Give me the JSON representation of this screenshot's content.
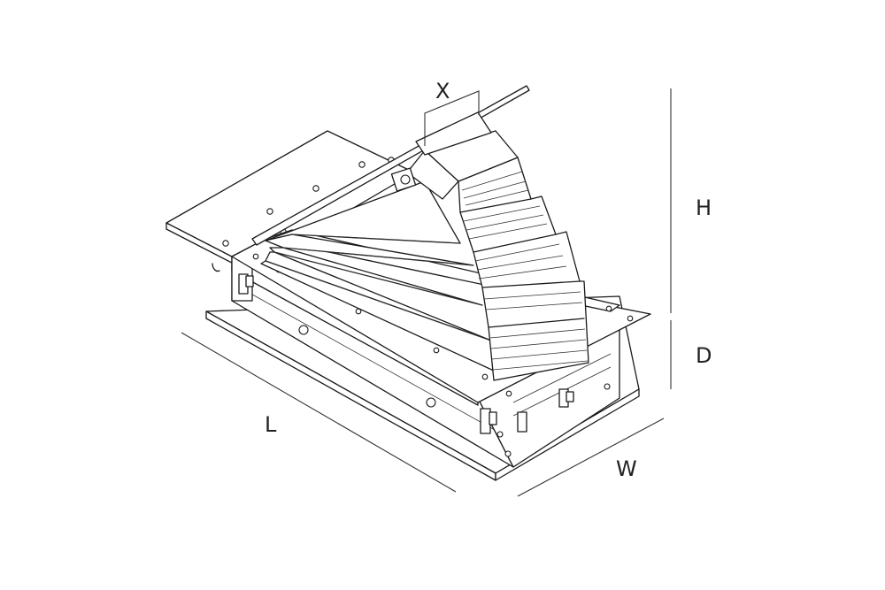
{
  "diagram": {
    "labels": {
      "length": "L",
      "width": "W",
      "height": "H",
      "depth": "D",
      "offset": "X"
    },
    "colors": {
      "line": "#1a1a1a",
      "background": "#ffffff"
    }
  }
}
